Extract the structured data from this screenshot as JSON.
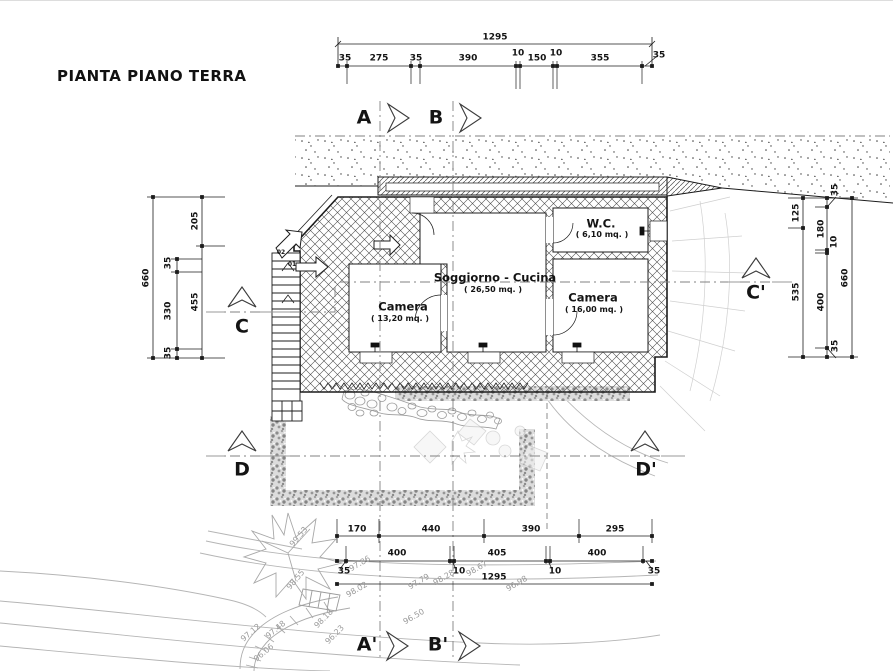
{
  "title": "PIANTA PIANO TERRA",
  "sections": {
    "a": "A",
    "b": "B",
    "a_prime": "A'",
    "b_prime": "B'",
    "c": "C",
    "c_prime": "C'",
    "d": "D",
    "d_prime": "D'"
  },
  "rooms": {
    "camera_w": {
      "name": "Camera",
      "area": "( 13,20 mq. )"
    },
    "soggiorno": {
      "name": "Soggiorno - Cucina",
      "area": "( 26,50 mq. )"
    },
    "camera_e": {
      "name": "Camera",
      "area": "( 16,00 mq. )"
    },
    "wc": {
      "name": "W.C.",
      "area": "( 6,10 mq. )"
    }
  },
  "doors": {
    "d01": "01",
    "d02": "02"
  },
  "dims": {
    "top": {
      "total": "1295",
      "segs": [
        "35",
        "275",
        "35",
        "390",
        "10",
        "150",
        "10",
        "355",
        "35"
      ]
    },
    "left": {
      "outer": "660",
      "inner": [
        "205",
        "455"
      ],
      "mid": [
        "35",
        "330",
        "35"
      ]
    },
    "right": {
      "inner": [
        "125",
        "535"
      ],
      "mid": [
        "35",
        "180",
        "10",
        "400",
        "35"
      ],
      "outer": "660"
    },
    "bottom": {
      "row1": [
        "170",
        "440",
        "390",
        "295"
      ],
      "row2": [
        "35",
        "400",
        "10",
        "405",
        "10",
        "400",
        "35"
      ],
      "total": "1295"
    }
  },
  "elevations": [
    "99.53",
    "98.55",
    "97.86",
    "98.02",
    "97.79",
    "98.28",
    "98.67",
    "96.98",
    "96.50",
    "96.23",
    "98.18",
    "97.48",
    "97.12",
    "96.06"
  ],
  "colors": {
    "ink": "#1c1c1c",
    "contour": "#b5b5b5",
    "hedge": "#8c8c8c",
    "dash": "#808080"
  }
}
